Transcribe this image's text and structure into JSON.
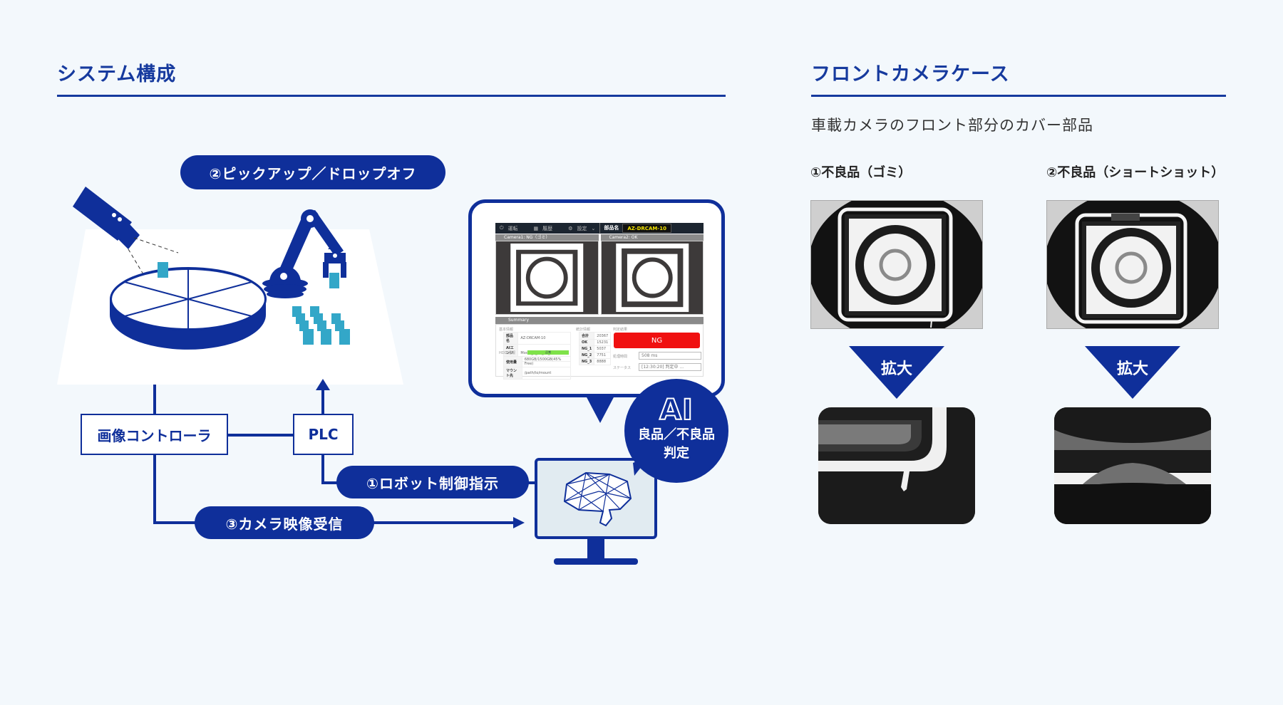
{
  "left_section": {
    "title": "システム構成",
    "pickup_label": "②ピックアップ／ドロップオフ",
    "controller_label": "画像コントローラ",
    "plc_label": "PLC",
    "robot_control_label": "①ロボット制御指示",
    "camera_receive_label": "③カメラ映像受信",
    "ai_label": "AI",
    "ai_judgement_line1": "良品／不良品",
    "ai_judgement_line2": "判定",
    "inspection_app": {
      "menu_run": "運転",
      "menu_history": "履歴",
      "menu_settings": "設定",
      "part_name_label": "部品名",
      "part_name_value": "AZ-DRCAM-10",
      "camera1_header": "Camera1: NG（ゴミ）",
      "camera2_header": "Camera2: OK",
      "summary_header": "Summary",
      "basic_info_title": "基本情報",
      "basic_info_rows": [
        {
          "key": "部品名",
          "value": "AZ-DRCAM-10"
        },
        {
          "key": "AIエンジン",
          "value": "Model_1_A2_01_20190301"
        }
      ],
      "hdd_info_title": "HDD 情報",
      "hdd_status": "正常",
      "hdd_rows": [
        {
          "key": "使用量",
          "value": "680GB/1500GB(45% Free)"
        },
        {
          "key": "マウント先",
          "value": "/path/to/mount"
        }
      ],
      "stats_title": "統計情報",
      "stats_rows": [
        {
          "key": "合計",
          "value": "20367"
        },
        {
          "key": "OK",
          "value": "15231"
        },
        {
          "key": "NG_1",
          "value": "5037"
        },
        {
          "key": "NG_2",
          "value": "7751"
        },
        {
          "key": "NG_3",
          "value": "8888"
        }
      ],
      "result_title": "判定結果",
      "result_value": "NG",
      "time_label": "処理時間",
      "time_value": "508 ms",
      "status_label": "ステータス",
      "status_value": "[12:30:20] 判定中 ..."
    }
  },
  "right_section": {
    "title": "フロントカメラケース",
    "subtitle": "車載カメラのフロント部分のカバー部品",
    "cases": [
      {
        "label": "①不良品（ゴミ）",
        "zoom_label": "拡大"
      },
      {
        "label": "②不良品（ショートショット）",
        "zoom_label": "拡大"
      }
    ]
  },
  "colors": {
    "navy": "#0f2f9a",
    "accent_teal": "#33a7c8",
    "ng_red": "#f01010",
    "background": "#f3f8fc"
  }
}
